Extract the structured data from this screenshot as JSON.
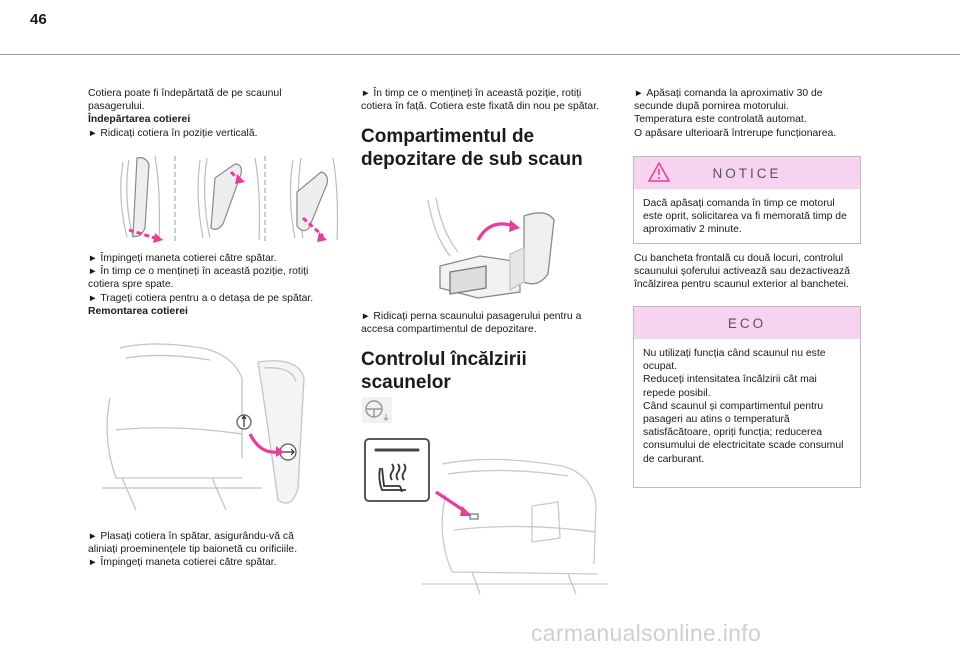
{
  "page_number": "46",
  "col1": {
    "p1": "Cotiera poate fi îndepărtată de pe scaunul pasagerului.",
    "h_remove": "Îndepărtarea cotierei",
    "s1": "Ridicați cotiera în poziție verticală.",
    "s2": "Împingeți maneta cotierei către spătar.",
    "s3": "În timp ce o mențineți în această poziție, rotiți cotiera spre spate.",
    "s4": "Trageți cotiera pentru a o detașa de pe spătar.",
    "h_refit": "Remontarea cotierei",
    "s5": "Plasați cotiera în spătar, asigurându-vă că aliniați proeminențele tip baionetă cu orificiile.",
    "s6": "Împingeți maneta cotierei către spătar."
  },
  "col2": {
    "s1": "În timp ce o mențineți în această poziție, rotiți cotiera în față. Cotiera este fixată din nou pe spătar.",
    "h_storage": "Compartimentul de depozitare de sub scaun",
    "s2": "Ridicați perna scaunului pasagerului pentru a accesa compartimentul de depozitare.",
    "h_heating": "Controlul încălzirii scaunelor"
  },
  "col3": {
    "s1": "Apăsați comanda la aproximativ 30 de secunde după pornirea motorului.",
    "p1": "Temperatura este controlată automat.",
    "p2": "O apăsare ulterioară întrerupe funcționarea.",
    "notice_title": "NOTICE",
    "notice_text": "Dacă apăsați comanda în timp ce motorul este oprit, solicitarea va fi memorată timp de aproximativ 2 minute.",
    "p3": "Cu bancheta frontală cu două locuri, controlul scaunului șoferului activează sau dezactivează încălzirea pentru scaunul exterior al banchetei.",
    "eco_title": "ECO",
    "eco_l1": "Nu utilizați funcția când scaunul nu este ocupat.",
    "eco_l2": "Reduceți intensitatea încălzirii cât mai repede posibil.",
    "eco_l3": "Când scaunul și compartimentul pentru pasageri au atins o temperatură satisfăcătoare, opriți funcția; reducerea consumului de electricitate scade consumul de carburant."
  },
  "watermark": "carmanualsonline.info",
  "colors": {
    "accent": "#e83d9a",
    "box_header": "#f6d4f0"
  },
  "icons": {
    "bullet": "arrow-right-icon",
    "warning": "warning-triangle-icon"
  }
}
